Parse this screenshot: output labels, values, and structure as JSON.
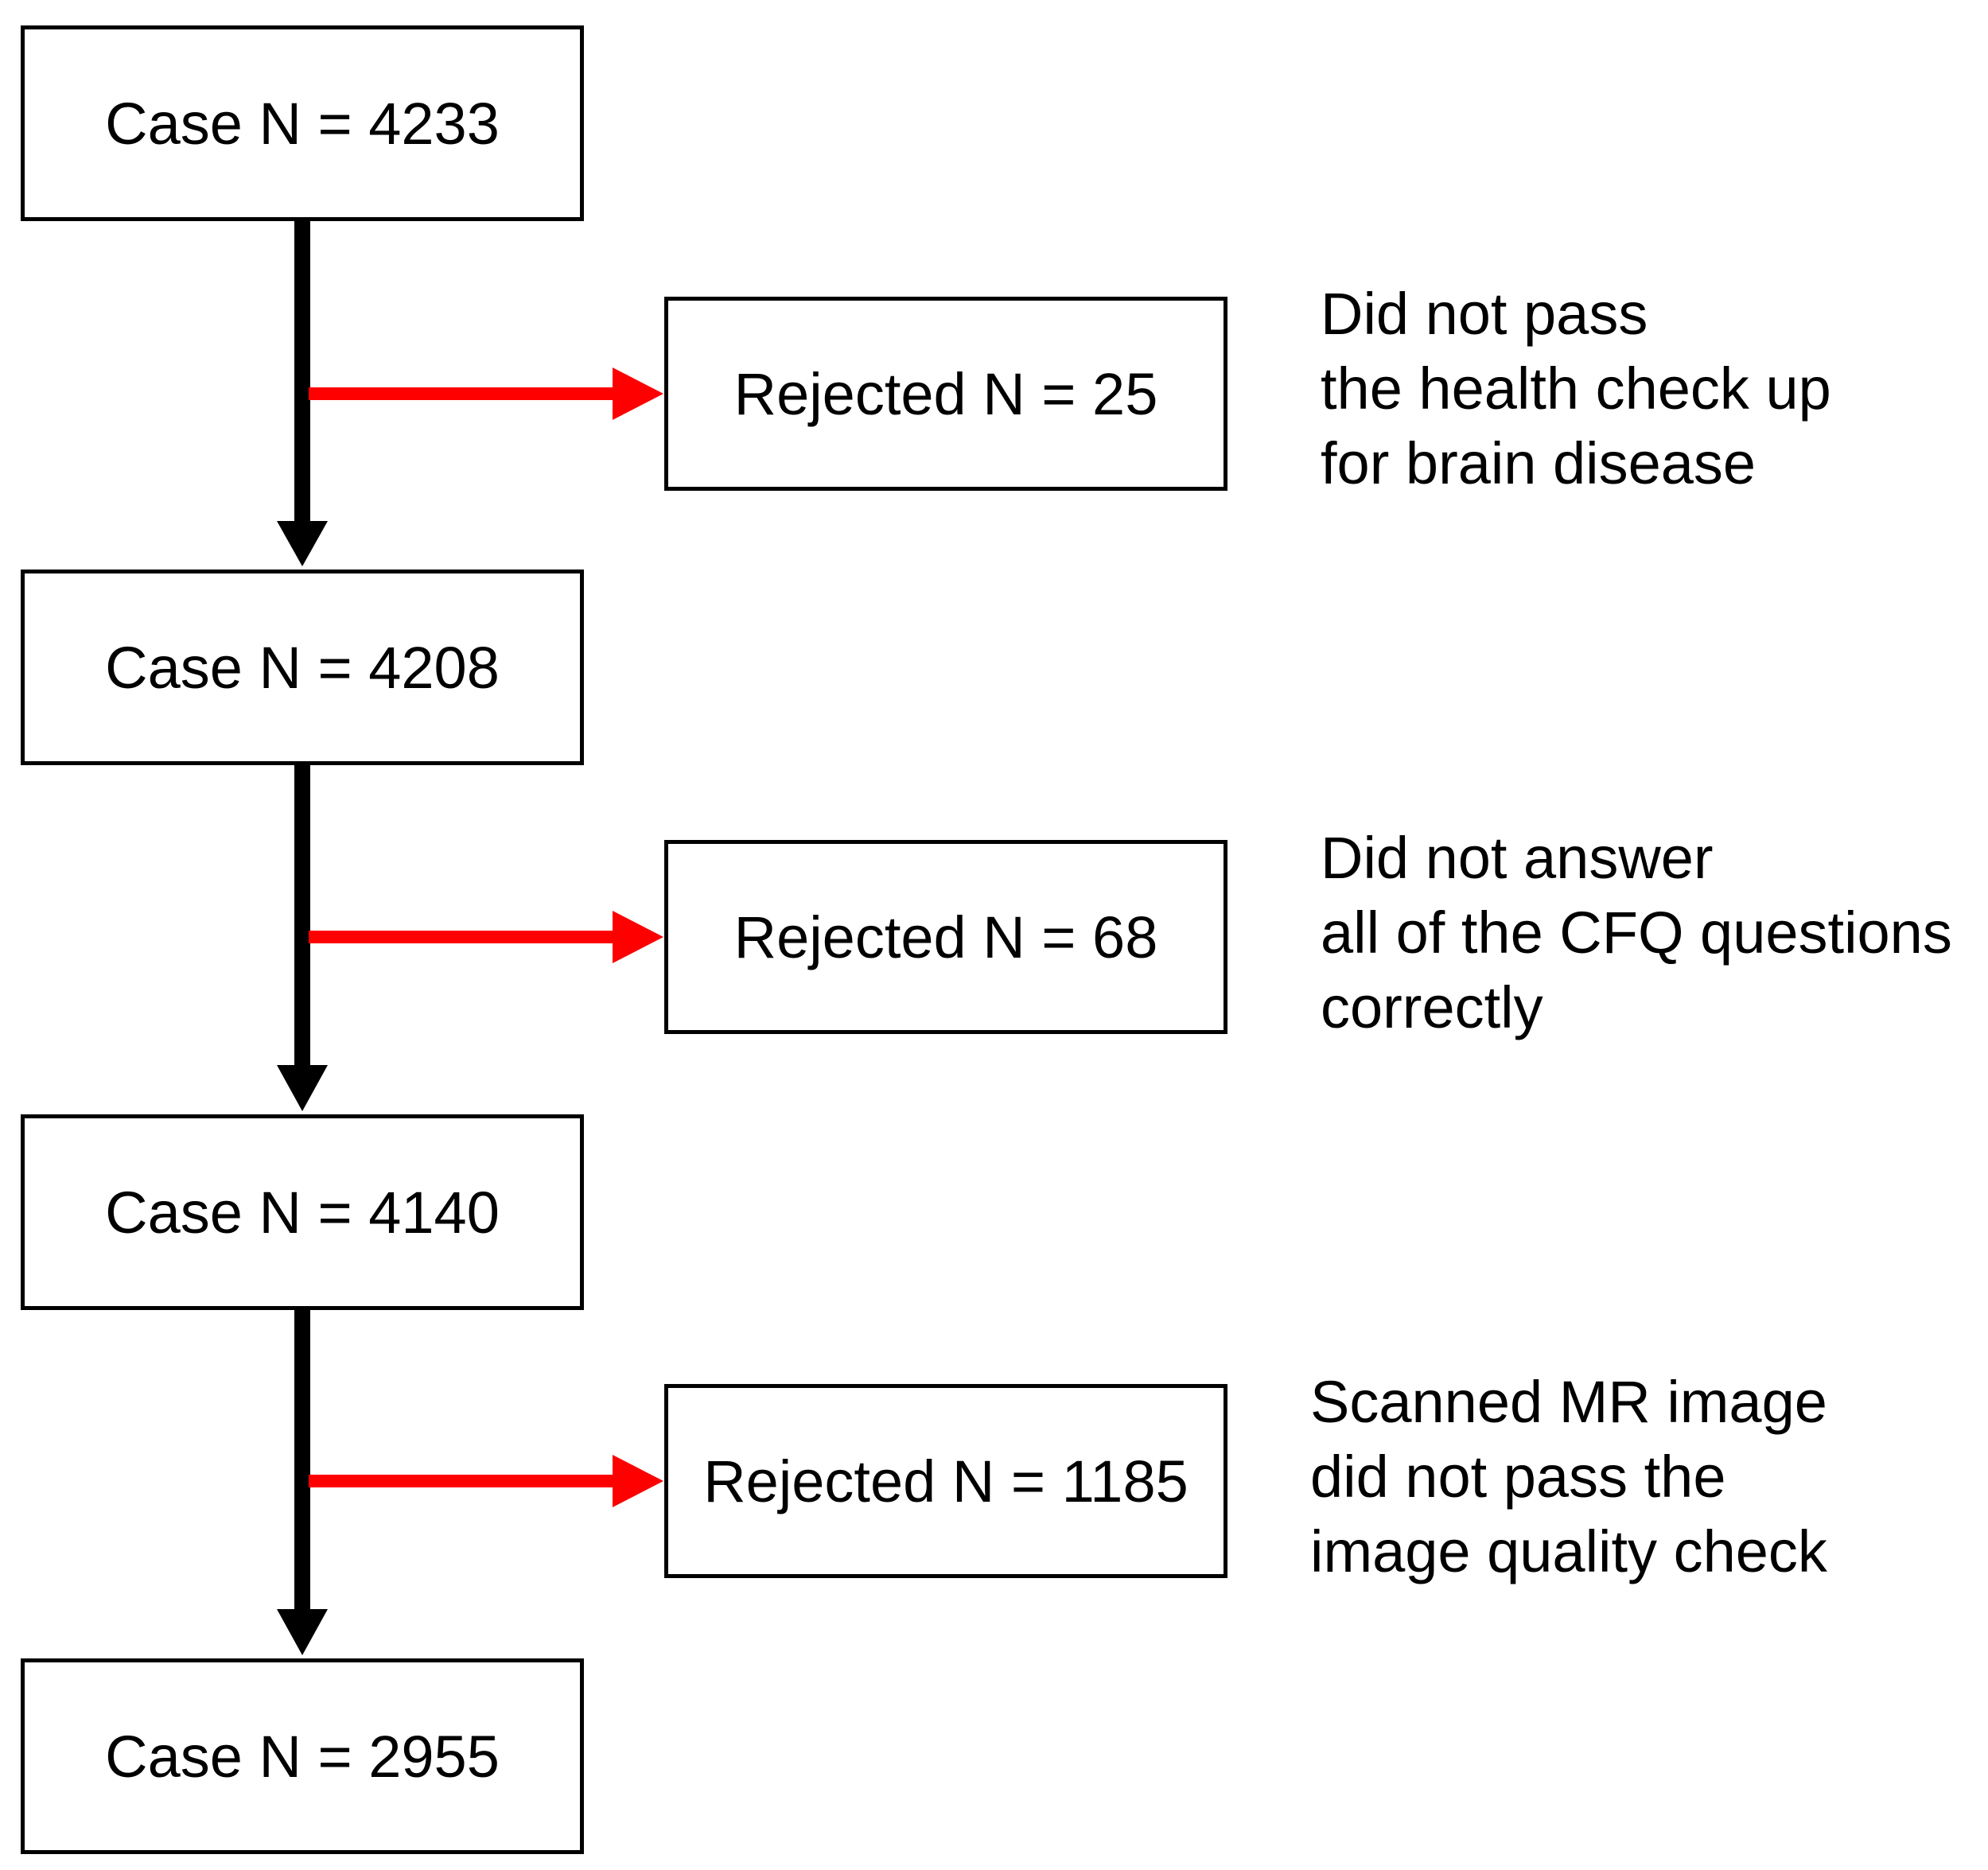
{
  "colors": {
    "main_flow": "#000000",
    "exclusion_flow": "#ff0000",
    "box_border": "#000000"
  },
  "cases": [
    {
      "label": "Case N = 4233"
    },
    {
      "label": "Case N = 4208"
    },
    {
      "label": "Case N = 4140"
    },
    {
      "label": "Case N = 2955"
    }
  ],
  "rejections": [
    {
      "label": "Rejected N = 25",
      "reason_lines": [
        "Did not pass",
        "the health check up",
        "for brain disease"
      ]
    },
    {
      "label": "Rejected N = 68",
      "reason_lines": [
        "Did not answer",
        "all of the CFQ questions",
        "correctly"
      ]
    },
    {
      "label": "Rejected N = 1185",
      "reason_lines": [
        "Scanned MR image",
        "did not pass the",
        "image quality check"
      ]
    }
  ]
}
